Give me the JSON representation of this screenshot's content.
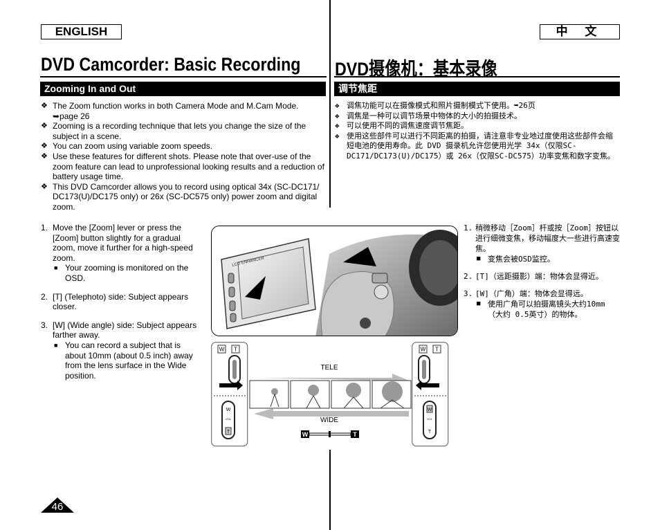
{
  "header": {
    "lang_en": "ENGLISH",
    "lang_zh": "中 文",
    "title_en": "DVD Camcorder: Basic Recording",
    "title_zh": "DVD摄像机：基本录像"
  },
  "section": {
    "title_en": "Zooming In and Out",
    "title_zh": "调节焦距"
  },
  "bullets_en": [
    "The Zoom function works in both Camera Mode and M.Cam Mode. ➥page 26",
    "Zooming is a recording technique that lets you change the size of the subject in a scene.",
    "You can zoom using variable zoom speeds.",
    "Use these features for different shots. Please note that over-use of the zoom feature can lead to unprofessional looking results and a reduction of battery usage time.",
    "This DVD Camcorder allows you to record using optical 34x (SC-DC171/ DC173(U)/DC175 only) or 26x (SC-DC575 only) power zoom and digital zoom."
  ],
  "bullets_zh": [
    "调焦功能可以在摄像模式和照片摄制模式下使用。➥26页",
    "调焦是一种可以调节场景中物体的大小的拍摄技术。",
    "可以使用不同的调焦速度调节焦距。",
    "使用这些部件可以进行不同距离的拍摄，请注意非专业地过度使用这些部件会缩短电池的使用寿命。此 DVD 摄录机允许您使用光学 34x（仅限SC-DC171/DC173(U)/DC175）或 26x（仅限SC-DC575）功率变焦和数字变焦。"
  ],
  "steps_en": [
    {
      "num": "1.",
      "text": "Move the [Zoom] lever or press the [Zoom] button slightly for a gradual zoom, move it further for a high-speed zoom.",
      "sub": "Your zooming is monitored on the OSD."
    },
    {
      "num": "2.",
      "text": "[T] (Telephoto) side: Subject appears closer.",
      "sub": ""
    },
    {
      "num": "3.",
      "text": "[W] (Wide angle) side: Subject appears farther away.",
      "sub": "You can record a subject that is about 10mm (about 0.5 inch) away from the lens surface in the Wide position."
    }
  ],
  "steps_zh": [
    {
      "num": "1.",
      "text": "稍微移动［Zoom］杆或按［Zoom］按钮以进行细微变焦，移动幅度大一些进行高速变焦。",
      "sub": "变焦会被OSD监控。"
    },
    {
      "num": "2.",
      "text": "[T]（远距摄影）端：物体会显得近。",
      "sub": ""
    },
    {
      "num": "3.",
      "text": "[W]（广角）端：物体会显得远。",
      "sub": "使用广角可以拍摄离镜头大约10mm（大约 0.5英寸）的物体。"
    }
  ],
  "diagram": {
    "tele_label": "TELE",
    "wide_label": "WIDE",
    "w_key": "W",
    "t_key": "T",
    "vol_label": "VOL",
    "bar_w": "W",
    "bar_t": "T",
    "lcd_text": "LCD ENHANCER"
  },
  "page_number": "46"
}
